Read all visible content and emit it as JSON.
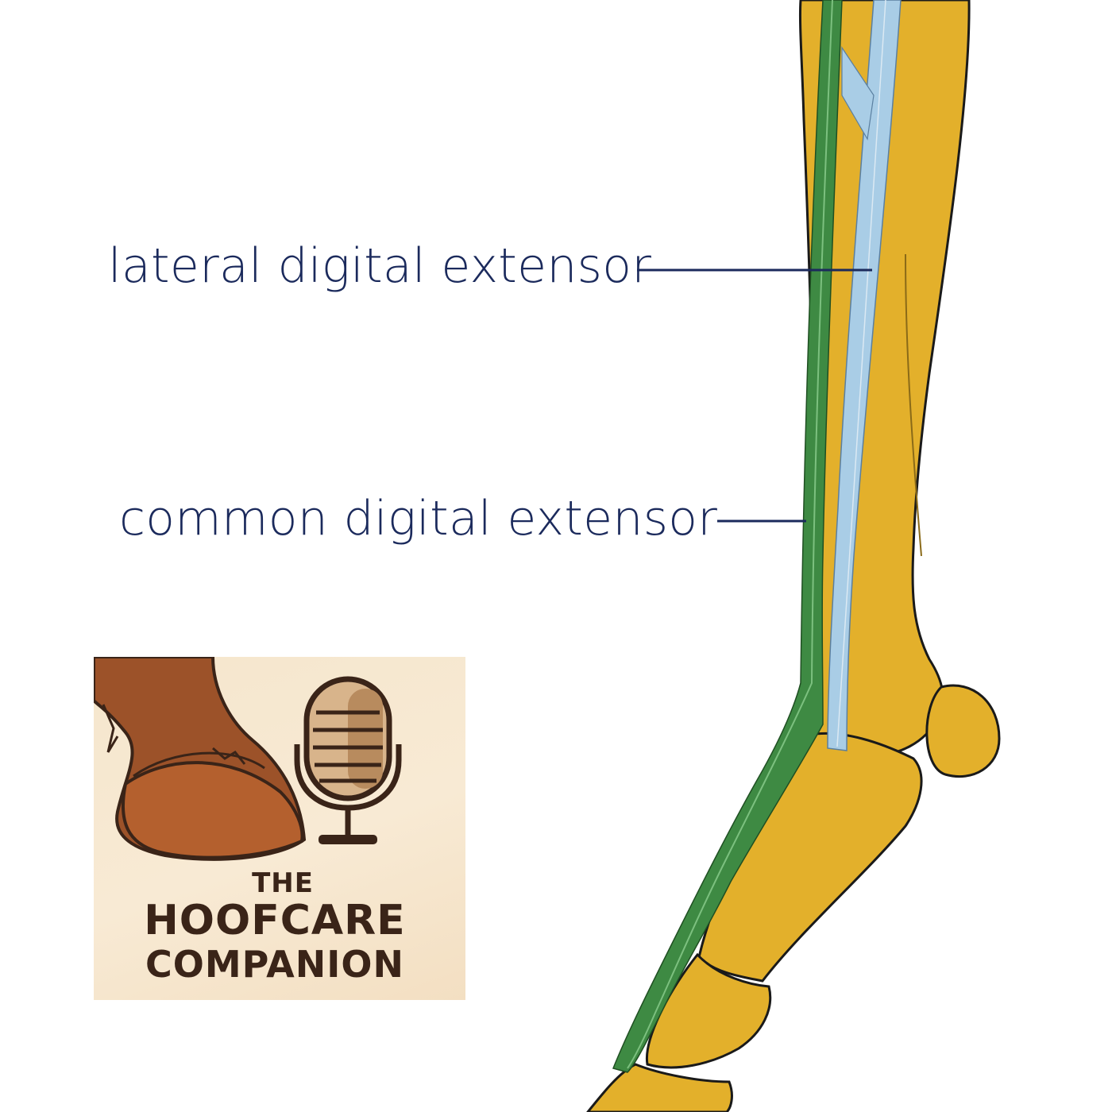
{
  "labels": {
    "lateral": "lateral digital extensor",
    "common": "common digital extensor"
  },
  "logo": {
    "line1": "THE",
    "line2": "HOOFCARE",
    "line3": "COMPANION"
  },
  "colors": {
    "bone": "#e3b02b",
    "outline": "#1a1a1a",
    "lateral_tendon": "#a9cde6",
    "common_tendon": "#3e8a43",
    "label_text": "#1b2a5c",
    "leader_line": "#1b2a5c",
    "logo_bg": "#f6e7cf",
    "logo_text": "#3a2418"
  },
  "icons": {
    "hoof": "hoof-icon",
    "microphone": "microphone-icon"
  }
}
